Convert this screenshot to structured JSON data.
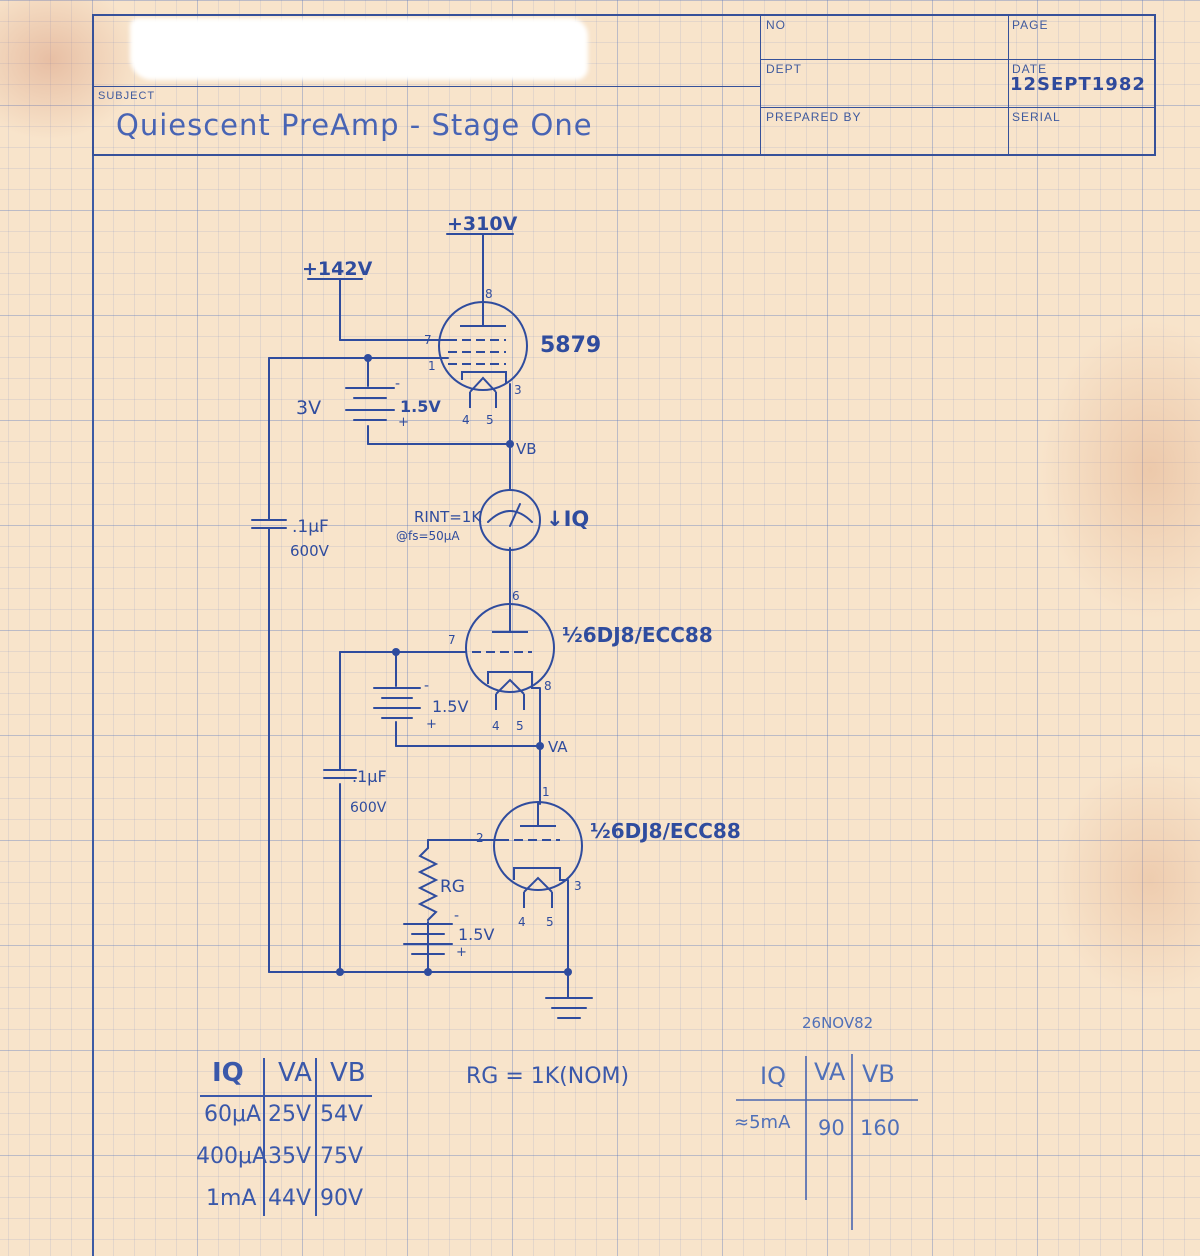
{
  "header": {
    "no_label": "NO",
    "page_label": "PAGE",
    "dept_label": "DEPT",
    "date_label": "DATE",
    "prepared_by_label": "PREPARED BY",
    "serial_label": "SERIAL",
    "subject_label": "SUBJECT",
    "subject": "Quiescent PreAmp - Stage One",
    "date": "12SEPT1982"
  },
  "schematic": {
    "v310": "+310V",
    "v142": "+142V",
    "tube1": "5879",
    "tube2": "½6DJ8/ECC88",
    "tube3": "½6DJ8/ECC88",
    "bat1_total": "3V",
    "bat1": "1.5V",
    "bat": "1.5V",
    "minus": "-",
    "plus": "+",
    "vb": "VB",
    "va": "VA",
    "rint": "RINT=1K",
    "fs": "@fs=50μA",
    "iq": "↓IQ",
    "cap": ".1μF",
    "cap_v1": "600V",
    "cap_v2": "600V",
    "rg": "RG"
  },
  "pins": {
    "p1": "1",
    "p2": "2",
    "p3": "3",
    "p4": "4",
    "p5": "5",
    "p6": "6",
    "p7": "7",
    "p8": "8"
  },
  "table1": {
    "headers": [
      "IQ",
      "VA",
      "VB"
    ],
    "rows": [
      [
        "60μA",
        "25V",
        "54V"
      ],
      [
        "400μA",
        "35V",
        "75V"
      ],
      [
        "1mA",
        "44V",
        "90V"
      ]
    ]
  },
  "notes": {
    "rg_value": "RG = 1K(NOM)"
  },
  "table2": {
    "date": "26NOV82",
    "headers": [
      "IQ",
      "VA",
      "VB"
    ],
    "rows": [
      [
        "≈5mA",
        "90",
        "160"
      ]
    ]
  },
  "colors": {
    "paper": "#f8e4cb",
    "ink": "#2f4c9e",
    "grid": "#5f7dbe"
  }
}
